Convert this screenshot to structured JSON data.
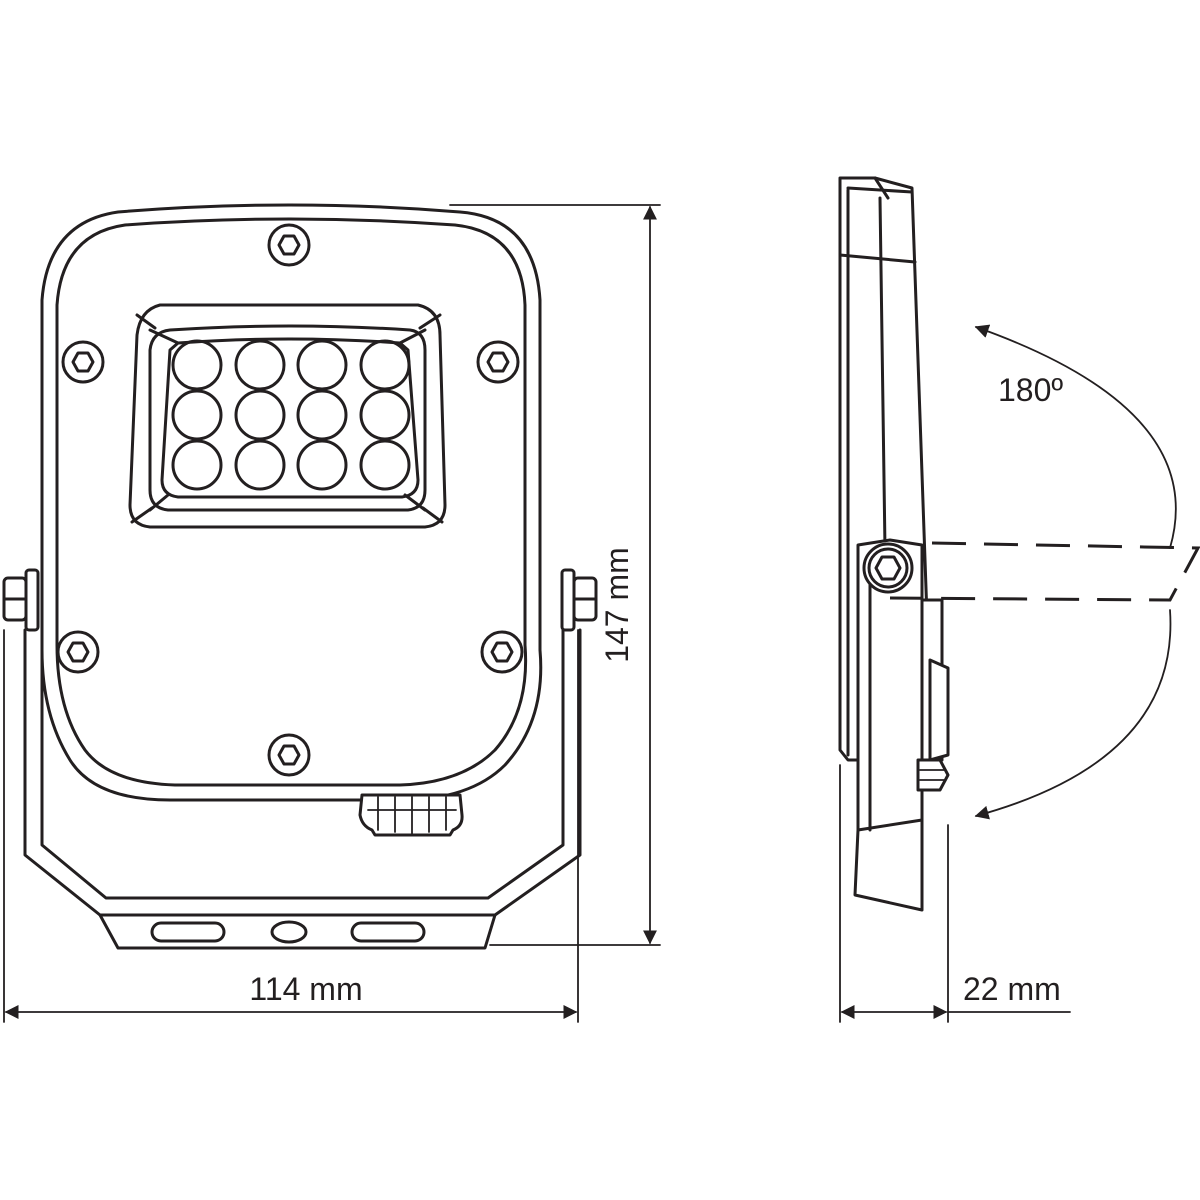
{
  "dimensions": {
    "width_label": "114 mm",
    "height_label": "147 mm",
    "depth_label": "22 mm",
    "angle_label": "180º"
  },
  "led_grid": {
    "rows": 3,
    "cols": 4
  }
}
